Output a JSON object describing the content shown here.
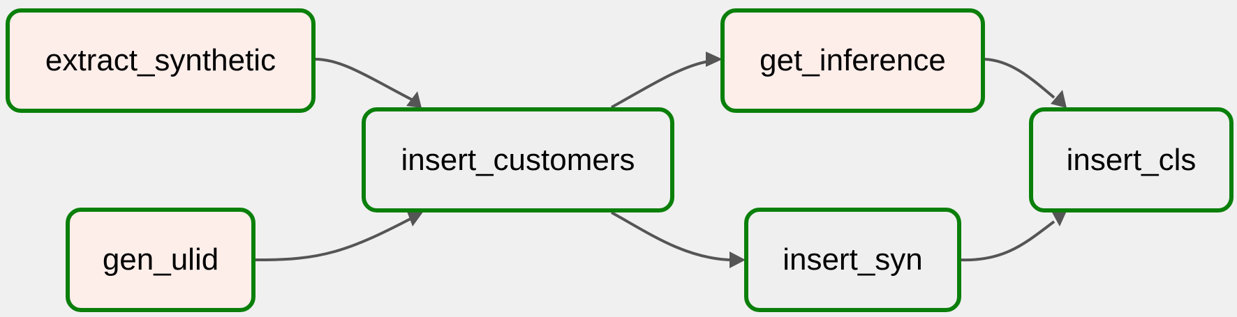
{
  "colors": {
    "node_border": "#0a7f0a",
    "pending_fill": "#fdeeea",
    "plain_fill": "#efefef",
    "edge": "#555555",
    "background": "#f0f0f0"
  },
  "nodes": {
    "extract_synthetic": {
      "label": "extract_synthetic"
    },
    "gen_ulid": {
      "label": "gen_ulid"
    },
    "insert_customers": {
      "label": "insert_customers"
    },
    "get_inference": {
      "label": "get_inference"
    },
    "insert_syn": {
      "label": "insert_syn"
    },
    "insert_cls": {
      "label": "insert_cls"
    }
  },
  "edges": [
    {
      "from": "extract_synthetic",
      "to": "insert_customers"
    },
    {
      "from": "gen_ulid",
      "to": "insert_customers"
    },
    {
      "from": "insert_customers",
      "to": "get_inference"
    },
    {
      "from": "insert_customers",
      "to": "insert_syn"
    },
    {
      "from": "get_inference",
      "to": "insert_cls"
    },
    {
      "from": "insert_syn",
      "to": "insert_cls"
    }
  ]
}
